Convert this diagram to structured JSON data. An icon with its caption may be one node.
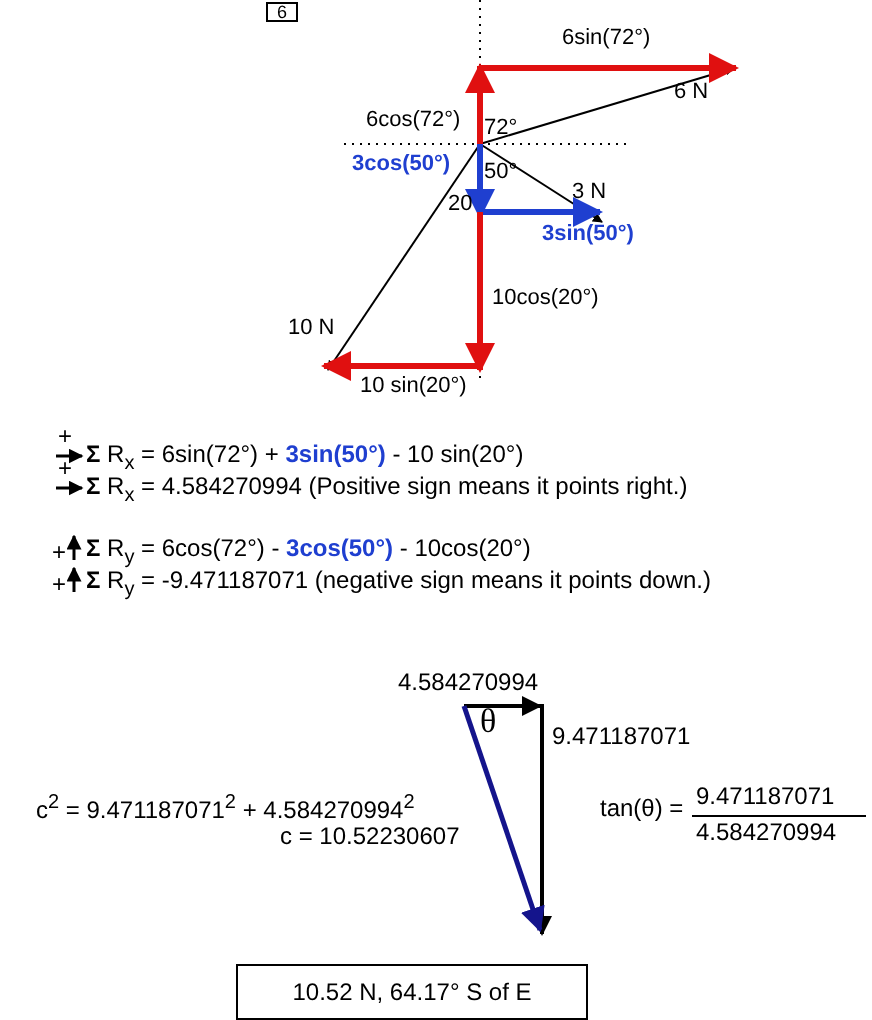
{
  "diagram": {
    "nodes": [
      {
        "text": [
          "6"
        ]
      },
      {
        "text": [
          "10.52 N, 64.17° S of E"
        ]
      }
    ],
    "labels": [
      "6sin(72°)",
      "6cos(72°)",
      "72°",
      "6 N",
      "3cos(50°)",
      "50°",
      "3 N",
      "20",
      "3sin(50°)",
      "10cos(20°)",
      "10 N",
      "10 sin(20°)",
      "+",
      "**Σ** R$_{x}$ = 6sin(72°) + **3sin(50°)** - 10 sin(20°)",
      "+",
      "**Σ** R$_{x}$ = 4.584270994 (Positive sign means it points right.)",
      "+",
      "**Σ** R$_{y}$ = 6cos(72°) - **3cos(50°)** - 10cos(20°)",
      "+",
      "**Σ** R$_{y}$ = -9.471187071 (negative sign means it points down.)",
      "4.584270994",
      "θ",
      "9.471187071",
      "c$^{2}$ = 9.471187071$^{2}$ + 4.584270994$^{2}$",
      "c = 10.52230607",
      "tan(θ) =",
      "9.471187071",
      "4.584270994"
    ]
  }
}
